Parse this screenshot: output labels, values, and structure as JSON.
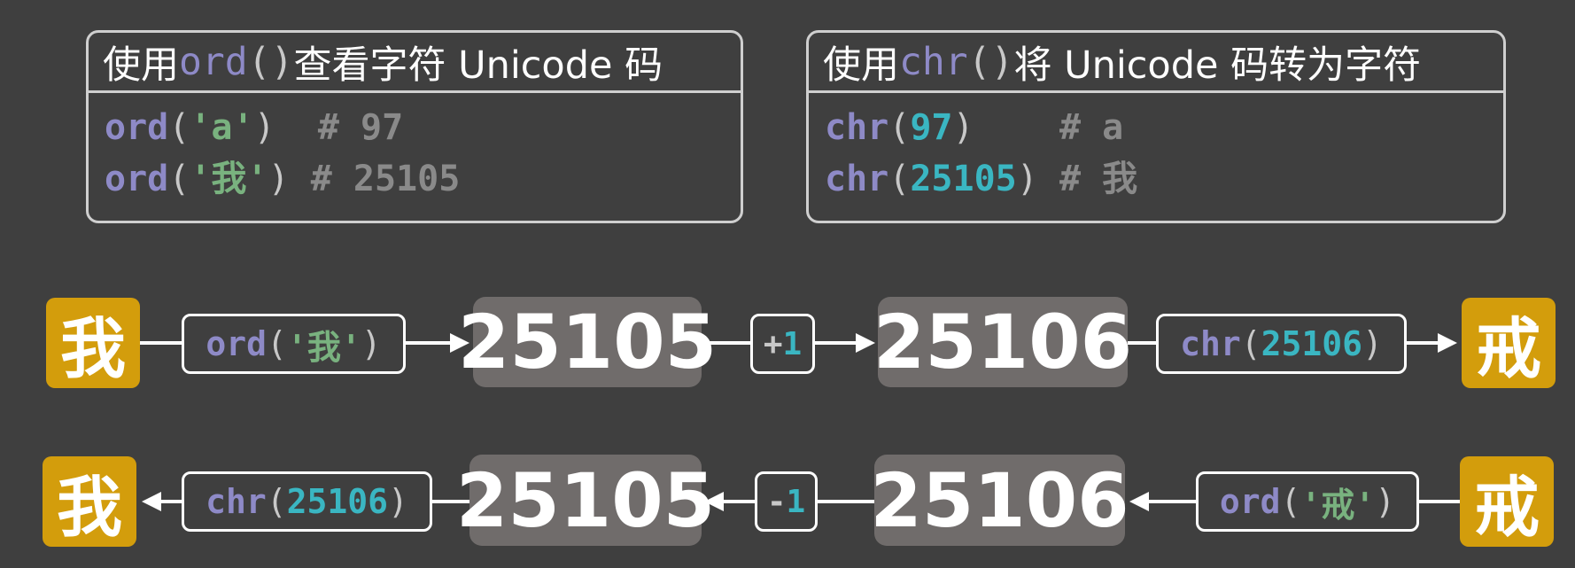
{
  "panel_ord": {
    "title_prefix": "使用 ",
    "title_fn": "ord",
    "title_parens": "()",
    "title_suffix": "查看字符 Unicode 码",
    "line1": {
      "fn": "ord",
      "open": "(",
      "arg": "'a'",
      "close": ")",
      "pad": "  ",
      "comment": "# 97"
    },
    "line2": {
      "fn": "ord",
      "open": "(",
      "arg": "'我'",
      "close": ")",
      "pad": " ",
      "comment": "# 25105"
    }
  },
  "panel_chr": {
    "title_prefix": "使用 ",
    "title_fn": "chr",
    "title_parens": "()",
    "title_suffix": " 将 Unicode 码转为字符",
    "line1": {
      "fn": "chr",
      "open": "(",
      "arg": "97",
      "close": ")",
      "pad": "    ",
      "comment": "# a"
    },
    "line2": {
      "fn": "chr",
      "open": "(",
      "arg": "25105",
      "close": ")",
      "pad": " ",
      "comment": "# 我"
    }
  },
  "row1": {
    "start_char": "我",
    "ord_call": {
      "fn": "ord",
      "open": "(",
      "arg": "'我'",
      "close": ")"
    },
    "code_value": "25105",
    "op": {
      "sign": "+",
      "num": "1"
    },
    "result_value": "25106",
    "chr_call": {
      "fn": "chr",
      "open": "(",
      "arg": "25106",
      "close": ")"
    },
    "end_char": "戒"
  },
  "row2": {
    "start_char": "戒",
    "ord_call": {
      "fn": "ord",
      "open": "(",
      "arg": "'戒'",
      "close": ")"
    },
    "code_value": "25106",
    "op": {
      "sign": "-",
      "num": "1"
    },
    "result_value": "25105",
    "chr_call": {
      "fn": "chr",
      "open": "(",
      "arg": "25106",
      "close": ")"
    },
    "end_char": "我"
  },
  "colors": {
    "background": "#3f3f3f",
    "function": "#8e8ac7",
    "string": "#79b27f",
    "number": "#3ab6c2",
    "comment": "#8a8a8a",
    "char_tile": "#d39d0c",
    "value_box": "#706c6b",
    "border": "#ffffff"
  }
}
